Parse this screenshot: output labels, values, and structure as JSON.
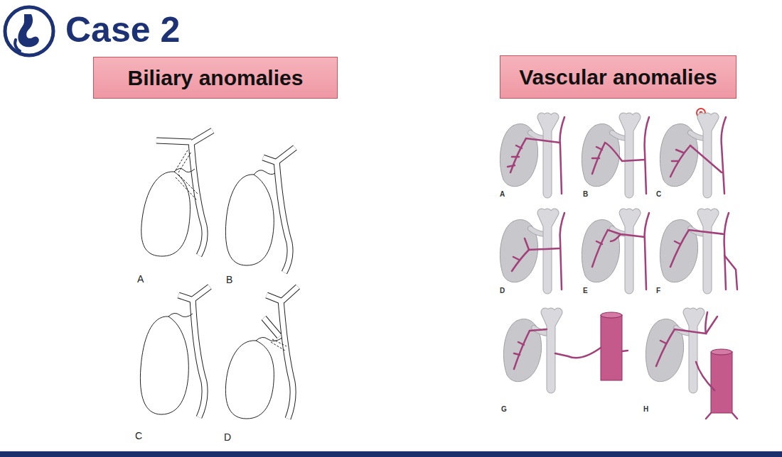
{
  "diagram": {
    "title": "Case 2",
    "nodes": [
      {
        "text": [
          "Biliary anomalies"
        ]
      },
      {
        "text": [
          "Vascular anomalies"
        ]
      }
    ],
    "labels": [
      "A",
      "B",
      "C",
      "D",
      "A",
      "B",
      "C",
      "D",
      "E",
      "F",
      "G",
      "H"
    ]
  }
}
